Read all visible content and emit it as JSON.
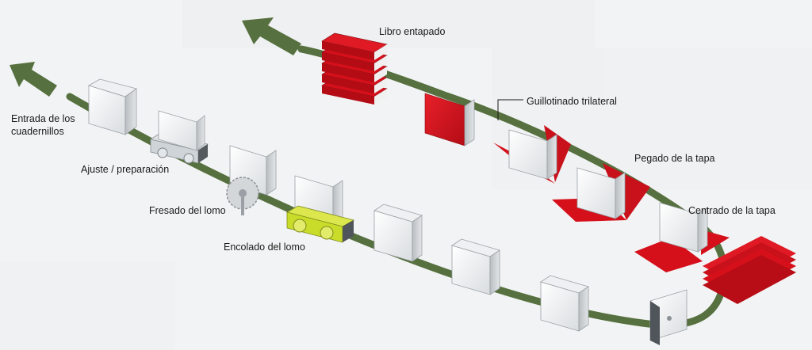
{
  "labels": {
    "entrada": "Entrada de los cuadernillos",
    "ajuste": "Ajuste / preparación",
    "fresado": "Fresado del lomo",
    "encolado": "Encolado del lomo",
    "libro": "Libro entapado",
    "guillotinado": "Guillotinado trilateral",
    "pegado": "Pegado de la tapa",
    "centrado": "Centrado de la tapa"
  },
  "colors": {
    "track": "#56703f",
    "arrow": "#56703f",
    "cover_red": "#d5101b",
    "glue_yellow": "#c9dc2a",
    "block_white": "#f7f8f9"
  }
}
